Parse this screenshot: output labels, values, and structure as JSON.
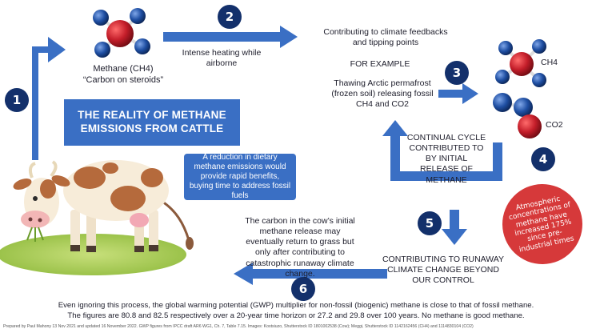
{
  "title": "THE REALITY OF METHANE EMISSIONS FROM CATTLE",
  "reduction_note": "A reduction in dietary methane emissions would provide rapid benefits, buying time to address fossil fuels",
  "methane_label_1": "Methane (CH4)",
  "methane_label_2": "“Carbon on steroids”",
  "step2_label": "Intense heating while airborne",
  "feedbacks": {
    "line1": "Contributing to climate feedbacks",
    "line2": "and tipping points",
    "example": "FOR EXAMPLE",
    "permafrost": "Thawing Arctic permafrost (frozen soil) releasing fossil CH4 and CO2"
  },
  "molecule_labels": {
    "ch4": "CH4",
    "co2": "CO2"
  },
  "cycle_text": "CONTINUAL CYCLE CONTRIBUTED TO BY INITIAL RELEASE OF METHANE",
  "badge_text": "Atmospheric concentrations of methane have increased 175% since pre-industrial times",
  "step5_text": "CONTRIBUTING TO RUNAWAY CLIMATE CHANGE BEYOND OUR CONTROL",
  "step6_text": "The carbon in the cow’s initial methane release may eventually return to grass but only after contributing to catastrophic runaway climate change.",
  "steps": [
    "1",
    "2",
    "3",
    "4",
    "5",
    "6"
  ],
  "footer_line1": "Even ignoring this process, the global warming potential (GWP) multiplier for non-fossil (biogenic) methane is close to that of fossil methane.",
  "footer_line2": "The figures are 80.8 and 82.5 respectively over a 20-year time horizon or 27.2 and 29.8 over 100 years. No methane is good methane.",
  "credits": "Prepared by Paul Mahony 13 Nov 2021 and updated 16 November 2022. GWP figures from IPCC draft AR6 WG1, Ch. 7, Table 7.15. Images: Kostsiuzo, Shutterstock ID 1801002538 (Cow); Meggi, Shutterstock ID 1142162456 (CH4) and 1114830104 (CO2)",
  "colors": {
    "arrow": "#3a6fc4",
    "step": "#13306b",
    "badge": "#d6393a",
    "carbon": "#c41e2a",
    "hydrogen": "#1f4fa3"
  }
}
